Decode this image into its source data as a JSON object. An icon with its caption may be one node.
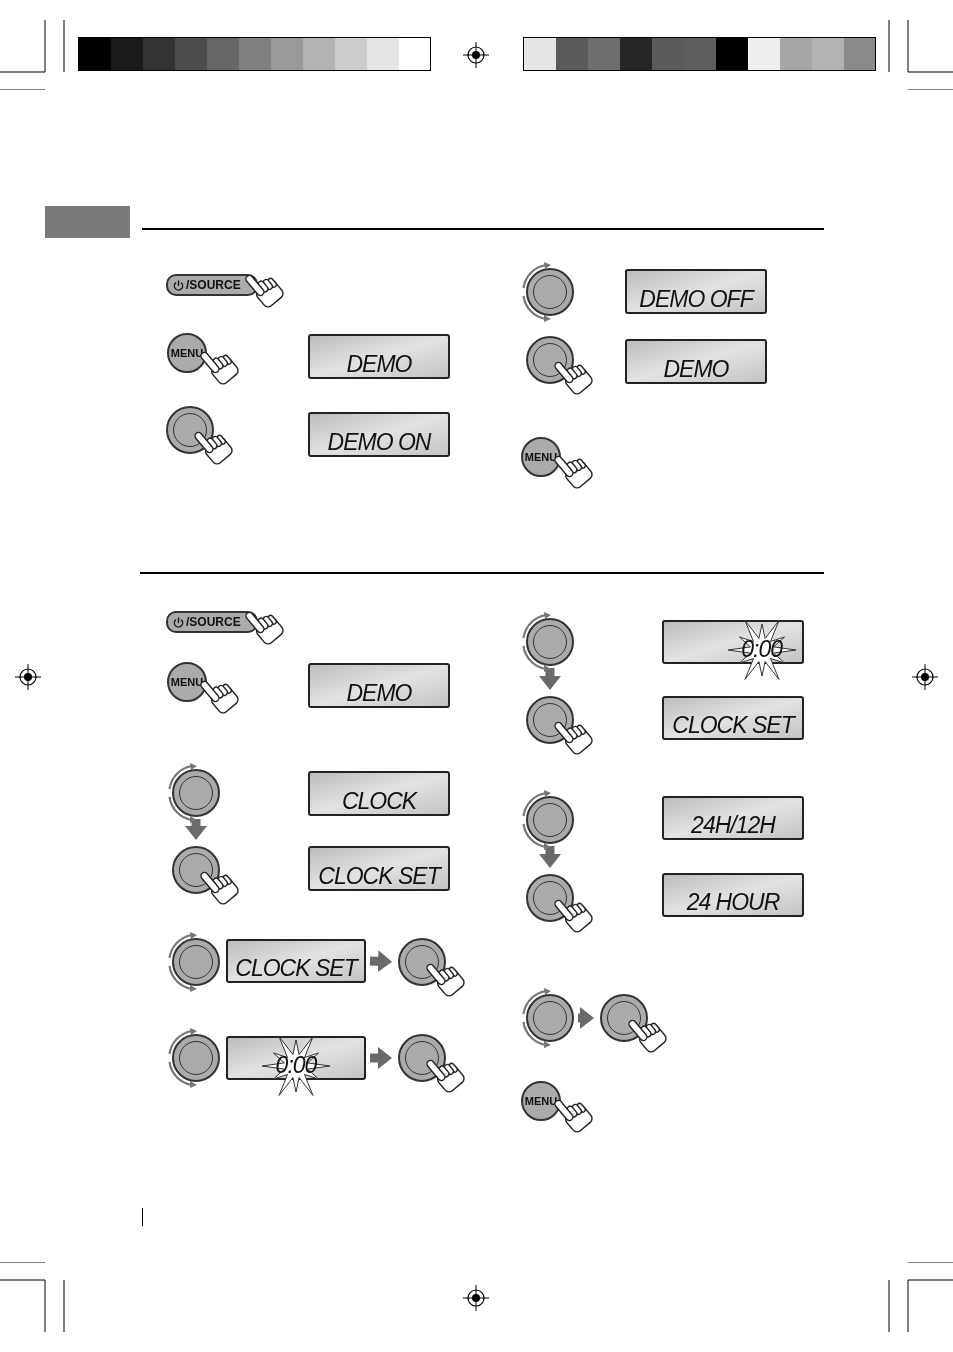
{
  "diagram": {
    "nodes": [
      {
        "text": [
          "/SOURCE"
        ]
      },
      {
        "text": [
          "MENU"
        ]
      },
      {
        "text": [
          "DEMO"
        ]
      },
      {
        "text": [],
        "shape": "circle"
      },
      {
        "text": [
          "DEMO ON"
        ]
      },
      {
        "text": [],
        "shape": "circle"
      },
      {
        "text": [
          "DEMO OFF"
        ]
      },
      {
        "text": [],
        "shape": "circle"
      },
      {
        "text": [
          "DEMO"
        ]
      },
      {
        "text": [
          "MENU"
        ]
      },
      {
        "text": [
          "/SOURCE"
        ]
      },
      {
        "text": [
          "MENU"
        ]
      },
      {
        "text": [
          "DEMO"
        ]
      },
      {
        "text": [],
        "shape": "circle"
      },
      {
        "text": [
          "CLOCK"
        ]
      },
      {
        "text": [],
        "shape": "circle"
      },
      {
        "text": [
          "CLOCK SET"
        ]
      },
      {
        "text": [],
        "shape": "circle"
      },
      {
        "text": [
          "CLOCK SET"
        ]
      },
      {
        "text": [],
        "shape": "circle"
      },
      {
        "text": [],
        "shape": "circle"
      },
      {
        "text": [
          "0:00"
        ]
      },
      {
        "text": [],
        "shape": "circle"
      },
      {
        "text": [],
        "shape": "circle"
      },
      {
        "text": [
          "0:00"
        ]
      },
      {
        "text": [],
        "shape": "circle"
      },
      {
        "text": [
          "CLOCK SET"
        ]
      },
      {
        "text": [],
        "shape": "circle"
      },
      {
        "text": [
          "24H/12H"
        ]
      },
      {
        "text": [],
        "shape": "circle"
      },
      {
        "text": [
          "24 HOUR"
        ]
      },
      {
        "text": [],
        "shape": "circle"
      },
      {
        "text": [],
        "shape": "circle"
      },
      {
        "text": [
          "MENU"
        ]
      },
      {
        "text": [],
        "shape": "bar"
      }
    ],
    "edges": [
      {
        "from": 13,
        "to": 15,
        "arrow": "to"
      },
      {
        "from": 18,
        "to": 19,
        "arrow": "to"
      },
      {
        "from": 21,
        "to": 22,
        "arrow": "to"
      },
      {
        "from": 23,
        "to": 25,
        "arrow": "to"
      },
      {
        "from": 27,
        "to": 29,
        "arrow": "to"
      },
      {
        "from": 31,
        "to": 32,
        "arrow": "to"
      }
    ]
  }
}
